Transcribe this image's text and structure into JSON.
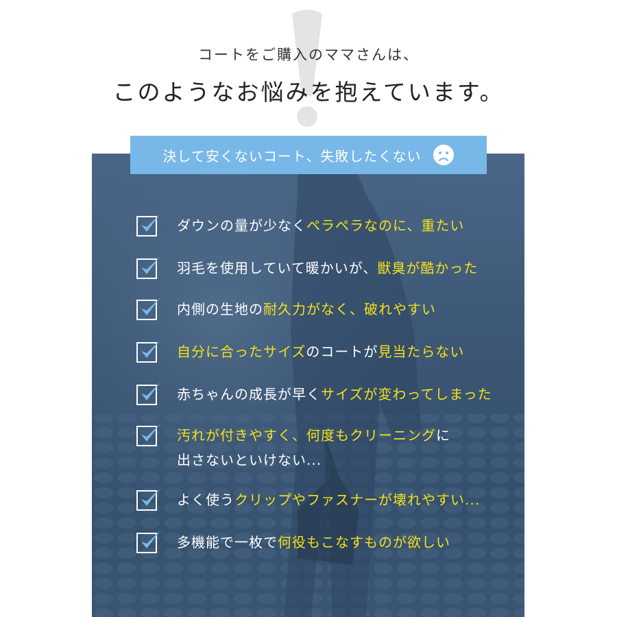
{
  "intro": {
    "line1": "コートをご購入のママさんは、",
    "line2": "このようなお悩みを抱えています。"
  },
  "banner": {
    "text": "決して安くないコート、失敗したくない",
    "icon": "sad-face-icon"
  },
  "colors": {
    "banner": "#78b8e8",
    "highlight": "#f5e11a",
    "panel": "#3b5573",
    "check": "#78b8e8"
  },
  "items": [
    {
      "lines": [
        [
          {
            "text": "ダウンの量が少なく",
            "hl": false
          },
          {
            "text": "ペラペラなのに、重たい",
            "hl": true
          }
        ]
      ]
    },
    {
      "lines": [
        [
          {
            "text": "羽毛を使用していて暖かいが、",
            "hl": false
          },
          {
            "text": "獣臭が酷かった",
            "hl": true
          }
        ]
      ]
    },
    {
      "lines": [
        [
          {
            "text": "内側の生地の",
            "hl": false
          },
          {
            "text": "耐久力がなく、破れやすい",
            "hl": true
          }
        ]
      ]
    },
    {
      "lines": [
        [
          {
            "text": "自分に合ったサイズ",
            "hl": true
          },
          {
            "text": "のコートが",
            "hl": false
          },
          {
            "text": "見当たらない",
            "hl": true
          }
        ]
      ]
    },
    {
      "lines": [
        [
          {
            "text": "赤ちゃんの成長が早く",
            "hl": false
          },
          {
            "text": "サイズが変わってしまった",
            "hl": true
          }
        ]
      ]
    },
    {
      "lines": [
        [
          {
            "text": "汚れが付きやすく、何度もクリーニング",
            "hl": true
          },
          {
            "text": "に",
            "hl": false
          }
        ],
        [
          {
            "text": "出さないといけない...",
            "hl": false
          }
        ]
      ]
    },
    {
      "lines": [
        [
          {
            "text": "よく使う",
            "hl": false
          },
          {
            "text": "クリップやファスナーが壊れやすい...",
            "hl": true
          }
        ]
      ]
    },
    {
      "lines": [
        [
          {
            "text": "多機能で一枚で",
            "hl": false
          },
          {
            "text": "何役もこなすものが欲しい",
            "hl": true
          }
        ]
      ]
    }
  ]
}
